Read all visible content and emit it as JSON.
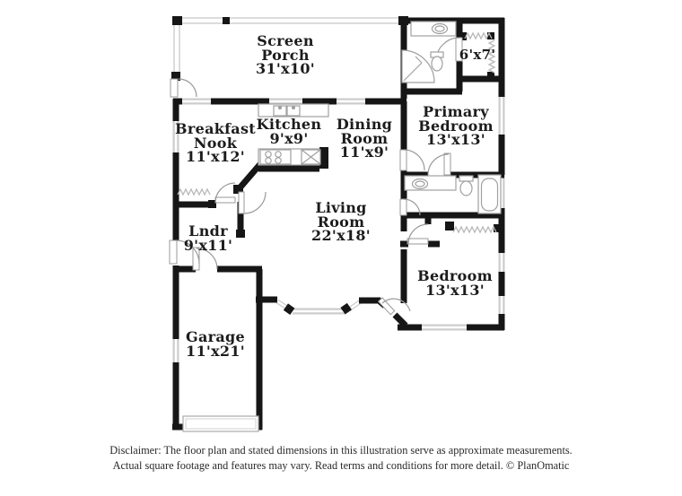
{
  "plan": {
    "rooms": [
      {
        "id": "screen-porch",
        "name": "Screen Porch",
        "dims": "31'x10'"
      },
      {
        "id": "primary-closet",
        "name": "",
        "dims": "6'x7'"
      },
      {
        "id": "breakfast-nook",
        "name": "Breakfast Nook",
        "dims": "11'x12'"
      },
      {
        "id": "kitchen",
        "name": "Kitchen",
        "dims": "9'x9'"
      },
      {
        "id": "dining-room",
        "name": "Dining Room",
        "dims": "11'x9'"
      },
      {
        "id": "primary-bedroom",
        "name": "Primary Bedroom",
        "dims": "13'x13'"
      },
      {
        "id": "living-room",
        "name": "Living Room",
        "dims": "22'x18'"
      },
      {
        "id": "laundry",
        "name": "Lndr",
        "dims": "9'x11'"
      },
      {
        "id": "garage",
        "name": "Garage",
        "dims": "11'x21'"
      },
      {
        "id": "bedroom",
        "name": "Bedroom",
        "dims": "13'x13'"
      }
    ],
    "colors": {
      "wall": "#161616",
      "window": "#cdcdcd",
      "fixture": "#a0a0a0",
      "text": "#1c1c1c"
    }
  },
  "footer": {
    "line1": "Disclaimer: The floor plan and stated dimensions in this illustration serve as approximate measurements.",
    "line2": "Actual square footage and features may vary. Read terms and conditions for more detail. © PlanOmatic"
  }
}
